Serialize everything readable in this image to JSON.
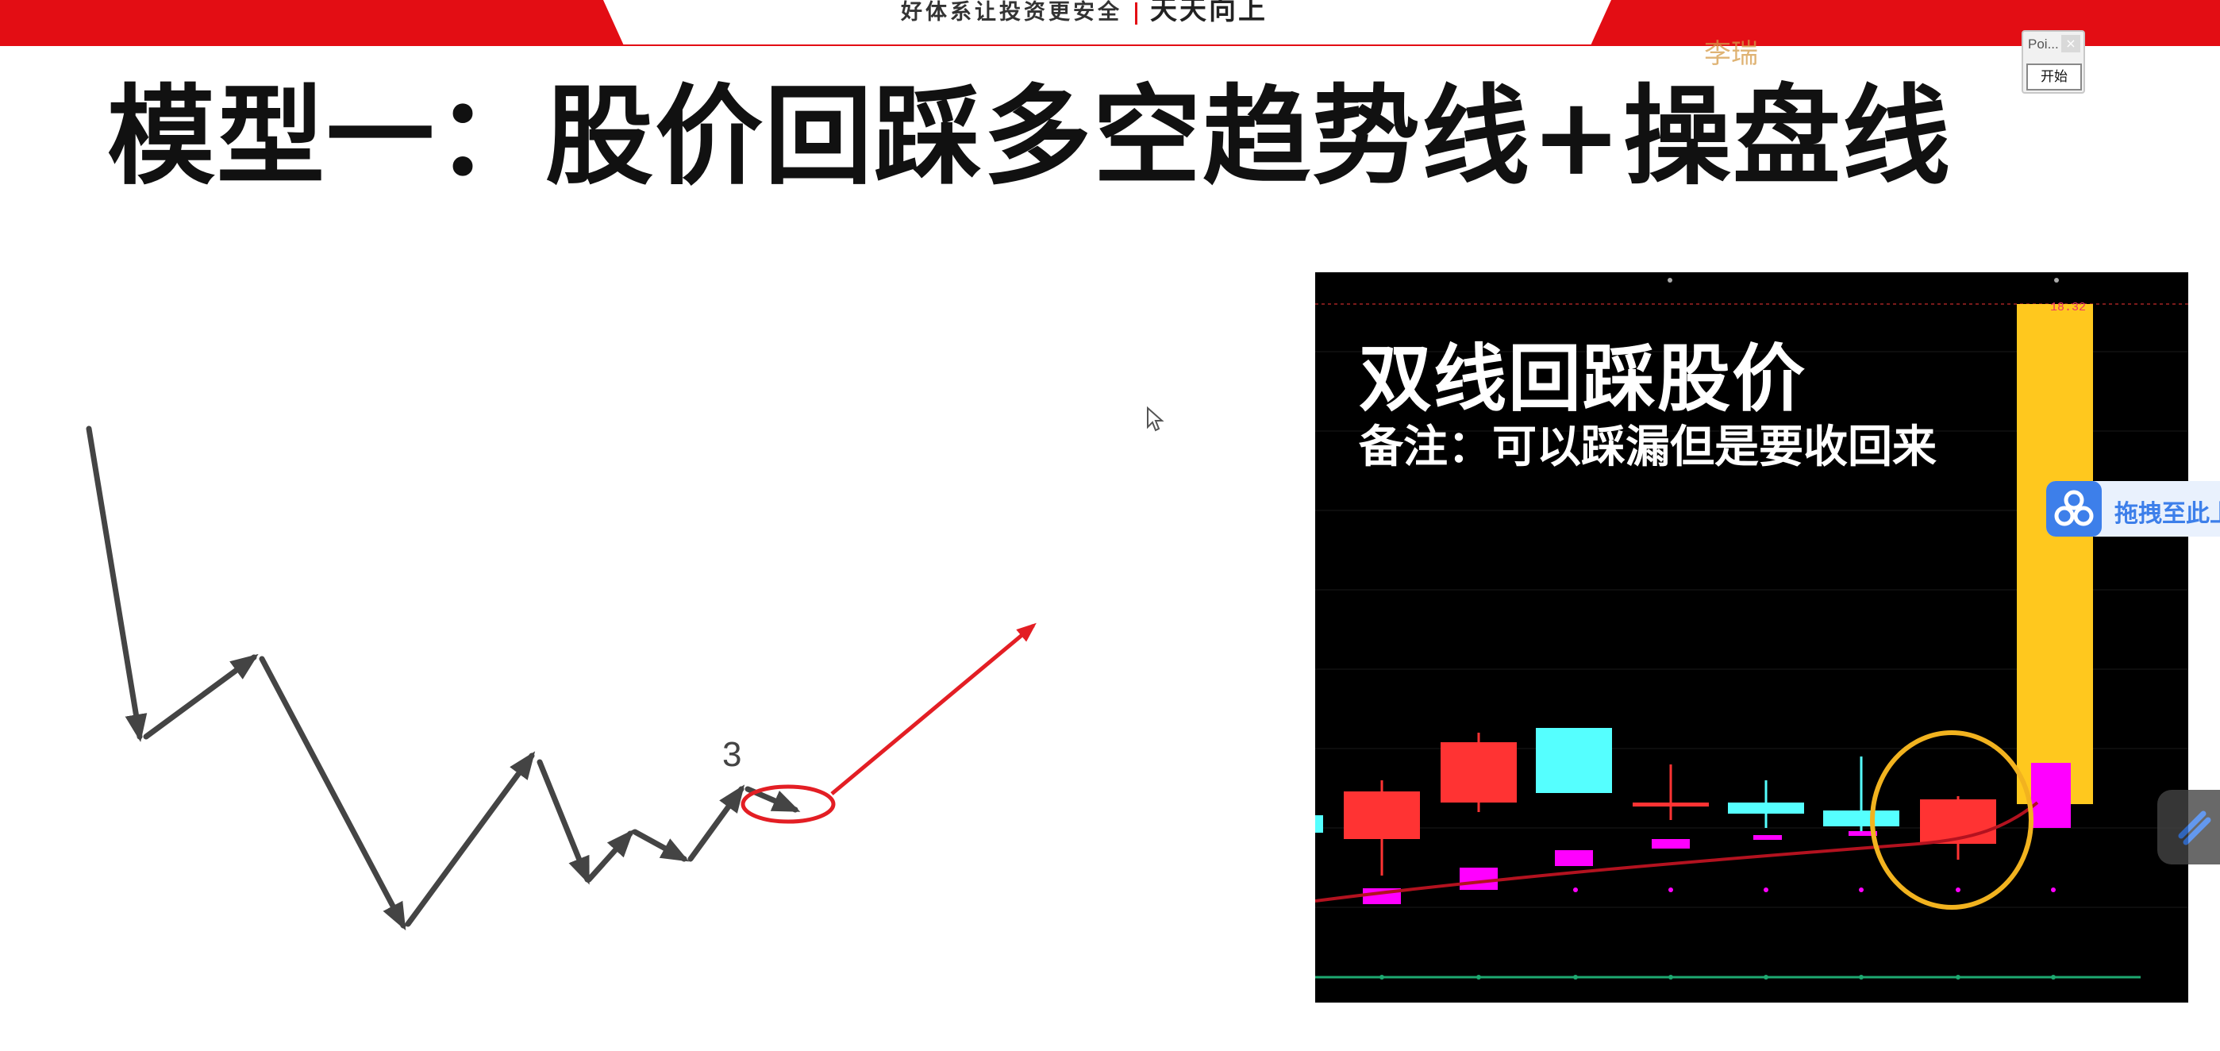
{
  "header": {
    "slogan": "好体系让投资更安全",
    "brand": "天天向上",
    "presenter": "李瑞"
  },
  "widget": {
    "title": "Poi...",
    "close_label": "×",
    "start_label": "开始"
  },
  "slide": {
    "title": "模型一：股价回踩多空趋势线+操盘线",
    "wave_label": "3"
  },
  "chart_panel": {
    "title": "双线回踩股价",
    "note": "备注：可以踩漏但是要收回来",
    "price_tag": "18.32"
  },
  "upload": {
    "label": "拖拽至此上传",
    "icon": "baidu-netdisk-icon"
  },
  "side_tool": {
    "icon": "tool-icon"
  },
  "colors": {
    "header_red": "#e30d14",
    "up_candle": "#ff3333",
    "down_candle": "#55ffff",
    "volume_bar": "#ff00ff",
    "limit_up_bar": "#ffc81e",
    "highlight_ring": "#f2b31f",
    "trend_line": "#b3121f",
    "baseline": "#1ea870",
    "pullback_circle": "#e31e24",
    "projection_arrow": "#e31e24"
  }
}
